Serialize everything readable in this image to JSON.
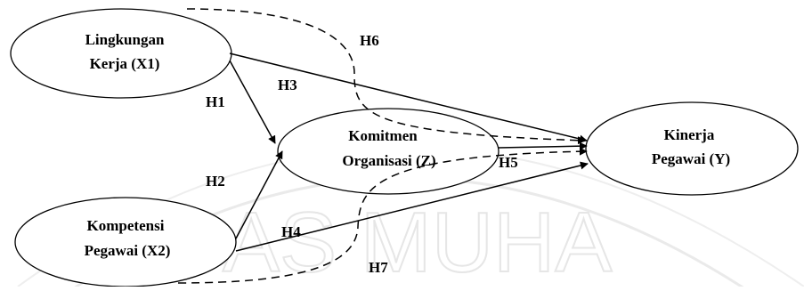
{
  "nodes": {
    "x1": {
      "line1": "Lingkungan",
      "line2": "Kerja (X1)"
    },
    "x2": {
      "line1": "Kompetensi",
      "line2": "Pegawai (X2)"
    },
    "z": {
      "line1": "Komitmen",
      "line2": "Organisasi (Z)"
    },
    "y": {
      "line1": "Kinerja",
      "line2": "Pegawai (Y)"
    }
  },
  "hypotheses": {
    "h1": "H1",
    "h2": "H2",
    "h3": "H3",
    "h4": "H4",
    "h5": "H5",
    "h6": "H6",
    "h7": "H7"
  },
  "watermark": {
    "text": "AS MUHA"
  }
}
